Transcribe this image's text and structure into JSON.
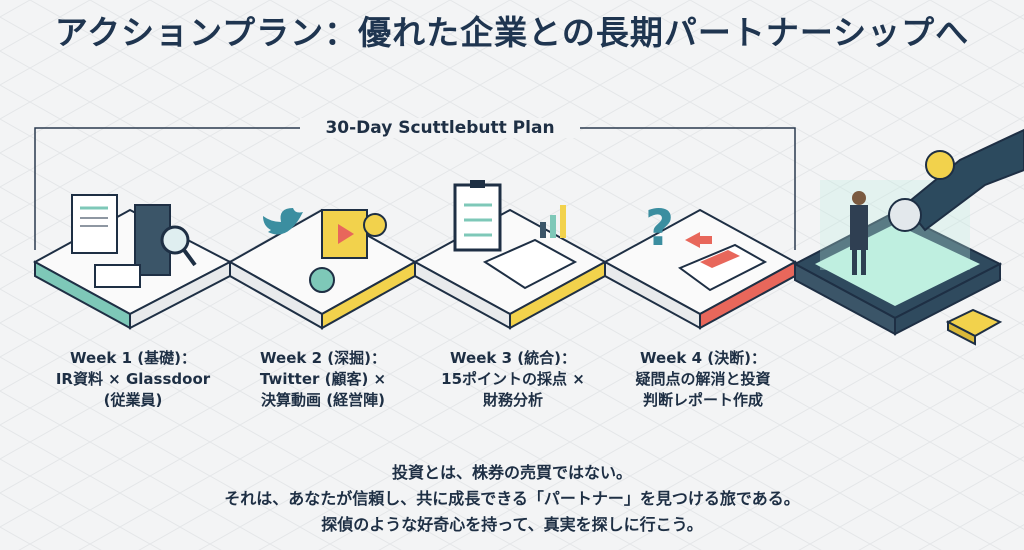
{
  "title": "アクションプラン：優れた企業との長期パートナーシップへ",
  "plan_label": "30-Day Scuttlebutt Plan",
  "weeks": [
    {
      "heading": "Week 1 (基礎)：",
      "line1": "IR資料 × Glassdoor",
      "line2": "(従業員)",
      "accent": "#7ec8b8",
      "icon": "documents-building-magnifier-icon"
    },
    {
      "heading": "Week 2 (深掘)：",
      "line1": "Twitter (顧客) ×",
      "line2": "決算動画 (経営陣)",
      "accent": "#f2d24c",
      "icon": "bird-video-gear-icon"
    },
    {
      "heading": "Week 3 (統合)：",
      "line1": "15ポイントの採点 ×",
      "line2": "財務分析",
      "accent": "#f2d24c",
      "icon": "checklist-calculator-chart-icon"
    },
    {
      "heading": "Week 4 (決断)：",
      "line1": "疑問点の解消と投資",
      "line2": "判断レポート作成",
      "accent": "#e8675b",
      "icon": "question-report-icon"
    }
  ],
  "quote": {
    "line1": "投資とは、株券の売買ではない。",
    "line2": "それは、あなたが信頼し、共に成長できる「パートナー」を見つける旅である。",
    "line3": "探偵のような好奇心を持って、真実を探しに行こう。"
  },
  "colors": {
    "navy": "#1f3550",
    "teal": "#2f6b73",
    "glow": "#bff0e0"
  }
}
